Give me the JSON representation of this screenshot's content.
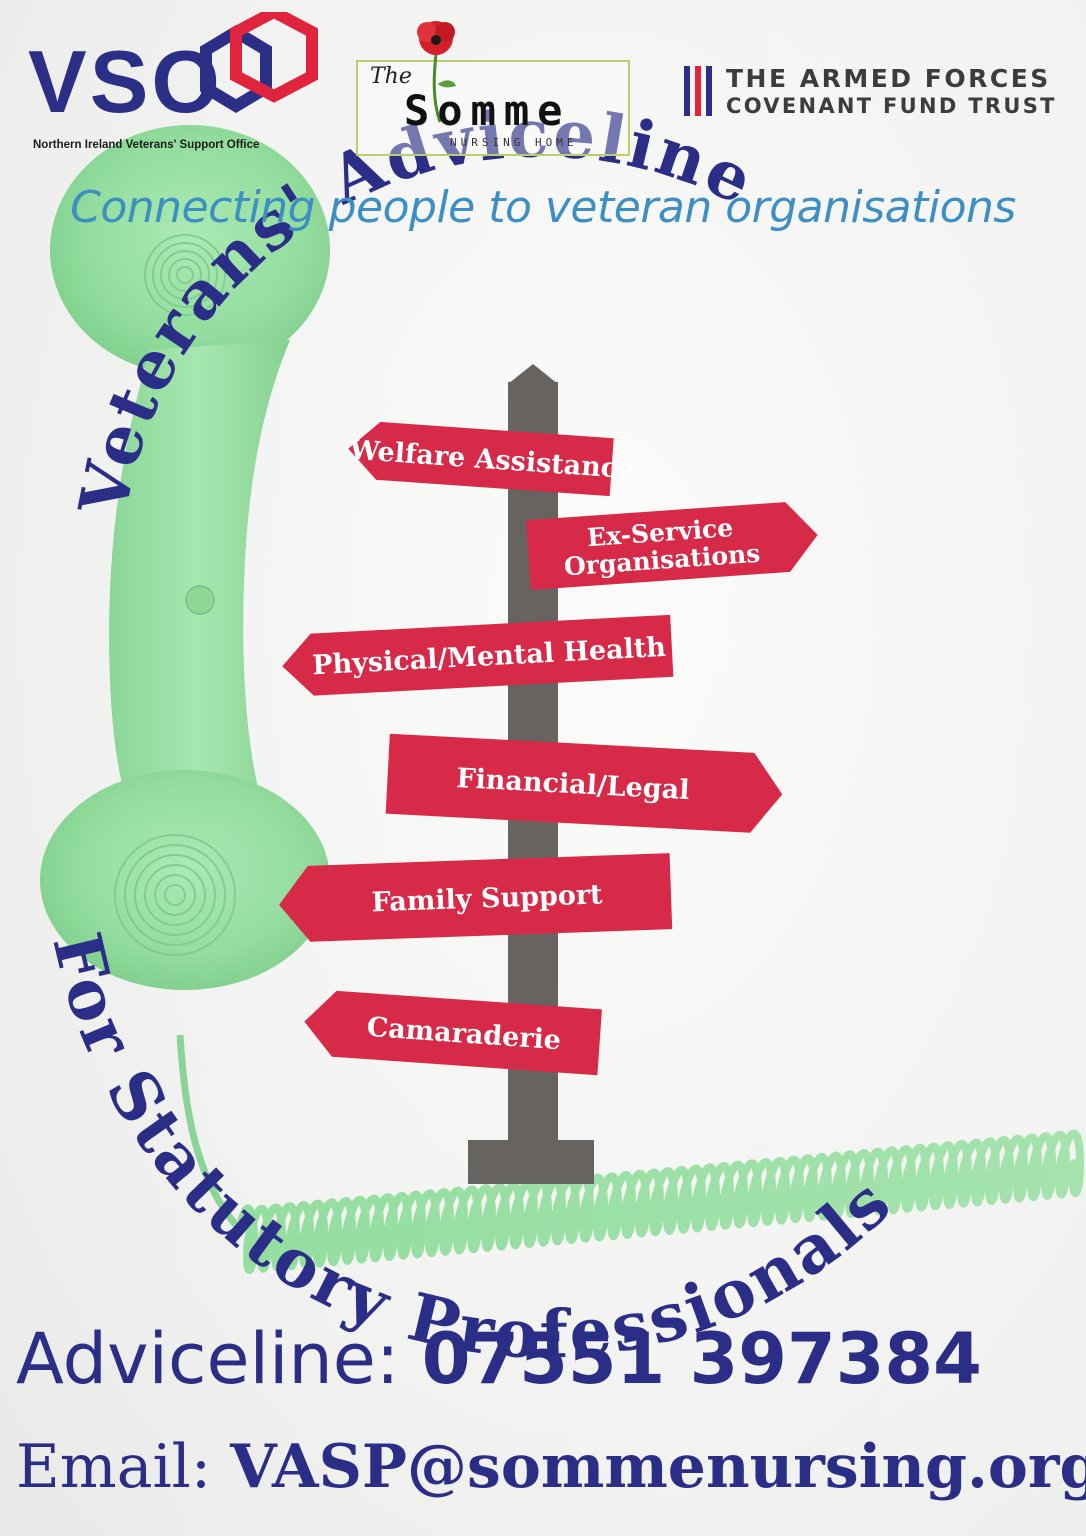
{
  "logos": {
    "vso": {
      "letters": "VSO",
      "subtitle": "Northern Ireland Veterans' Support Office"
    },
    "somme": {
      "the": "The",
      "name": "Somme",
      "subtitle": "NURSING HOME"
    },
    "afc": {
      "line1": "THE ARMED FORCES",
      "line2": "COVENANT FUND TRUST"
    }
  },
  "tagline": "Connecting people to veteran organisations",
  "arc_titles": {
    "top": "Veterans'  Adviceline",
    "bottom": "For  Statutory  Professionals"
  },
  "signs": [
    {
      "label": "Welfare Assistance",
      "pointing": "left"
    },
    {
      "label": "Ex-Service Organisations",
      "lines": [
        "Ex-Service",
        "Organisations"
      ],
      "pointing": "right"
    },
    {
      "label": "Physical/Mental Health",
      "pointing": "left"
    },
    {
      "label": "Financial/Legal",
      "pointing": "right"
    },
    {
      "label": "Family Support",
      "pointing": "left"
    },
    {
      "label": "Camaraderie",
      "pointing": "left"
    }
  ],
  "footer": {
    "phone_label": "Adviceline:",
    "phone_number": "07551 397384",
    "email_label": "Email:",
    "email_address": "VASP@sommenursing.org"
  },
  "colors": {
    "navy": "#2b2e86",
    "sign_red": "#d62a48",
    "tagline_blue": "#3d8fc3",
    "phone_green": "#93dd9e",
    "post_grey": "#676360",
    "vso_red": "#e0243e"
  }
}
